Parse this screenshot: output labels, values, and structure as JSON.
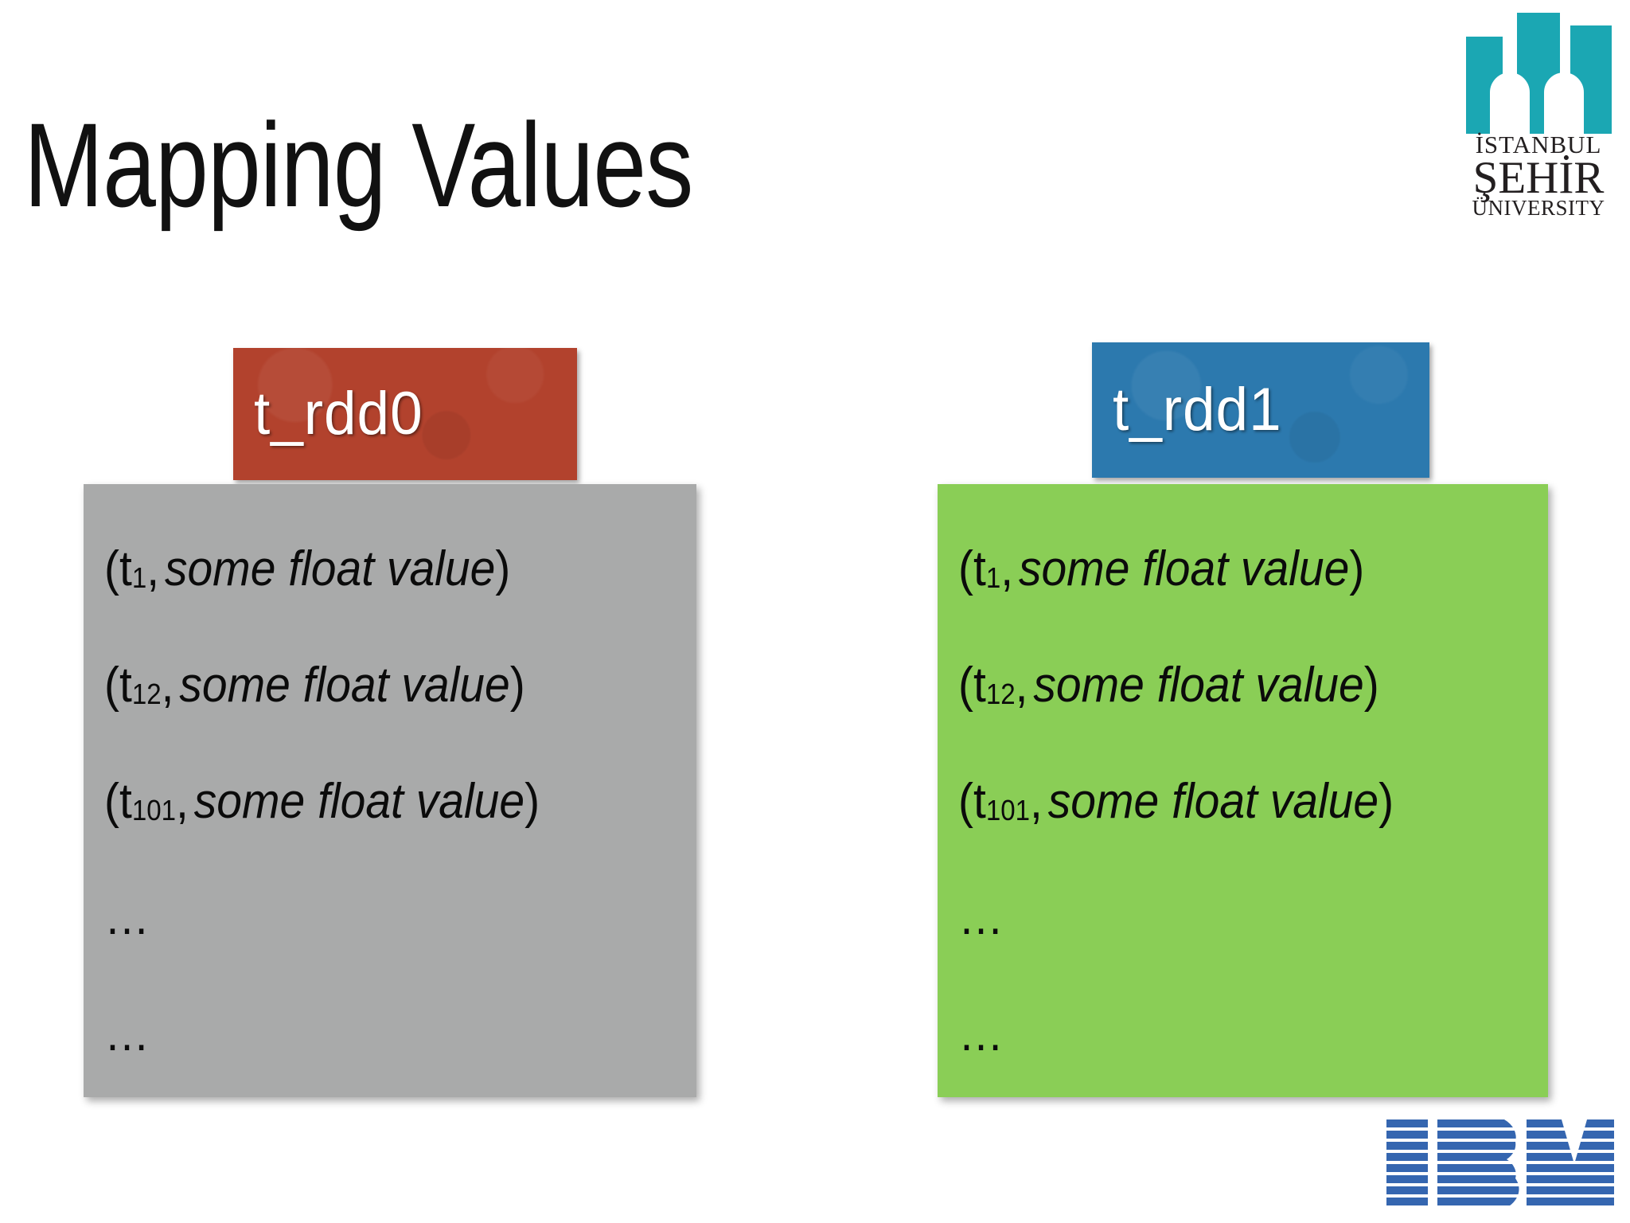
{
  "slide": {
    "title": "Mapping Values",
    "background_color": "#ffffff"
  },
  "logo": {
    "name": "istanbul-sehir-university-logo",
    "line1": "İSTANBUL",
    "line2": "ŞEHİR",
    "line3": "ÜNIVERSITY",
    "mark_color": "#1ba7b3",
    "text_color": "#231f20"
  },
  "panels": [
    {
      "id": "left",
      "chip": {
        "label": "t_rdd0",
        "color": "#b2422d",
        "text_color": "#ffffff"
      },
      "body_color": "#a9aaaa",
      "rows": [
        {
          "open": "(t",
          "sub": "1",
          "comma": ",",
          "value": "some float value",
          "close": ")"
        },
        {
          "open": "(t",
          "sub": "12",
          "comma": ",",
          "value": "some float value",
          "close": ")"
        },
        {
          "open": "(t",
          "sub": "101",
          "comma": ",",
          "value": "some float value",
          "close": ")"
        }
      ],
      "ellipsis": [
        "…",
        "…"
      ]
    },
    {
      "id": "right",
      "chip": {
        "label": "t_rdd1",
        "color": "#2c79ae",
        "text_color": "#ffffff"
      },
      "body_color": "#8ace56",
      "rows": [
        {
          "open": "(t",
          "sub": "1",
          "comma": ",",
          "value": "some float value",
          "close": ")"
        },
        {
          "open": "(t",
          "sub": "12",
          "comma": ",",
          "value": "some float value",
          "close": ")"
        },
        {
          "open": "(t",
          "sub": "101",
          "comma": ",",
          "value": "some float value",
          "close": ")"
        }
      ],
      "ellipsis": [
        "…",
        "…"
      ]
    }
  ],
  "ibm": {
    "name": "ibm-logo",
    "text": "IBM",
    "color": "#3566b0"
  }
}
